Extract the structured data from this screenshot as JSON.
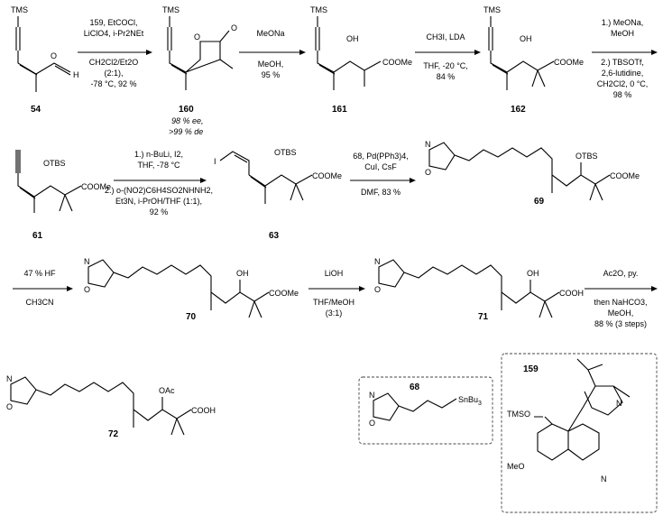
{
  "compounds": {
    "c54": "54",
    "c160": "160",
    "c161": "161",
    "c162": "162",
    "c61": "61",
    "c63": "63",
    "c69": "69",
    "c70": "70",
    "c71": "71",
    "c72": "72",
    "c68": "68",
    "c159": "159"
  },
  "atoms": {
    "tms": "TMS",
    "h": "H",
    "o": "O",
    "oh": "OH",
    "n": "N",
    "i": "I",
    "otbs": "OTBS",
    "oac": "OAc",
    "coome": "COOMe",
    "cooh": "COOH",
    "snbu3": "SnBu",
    "sub3": "3",
    "tmso": "TMSO",
    "meo": "MeO"
  },
  "notes": {
    "c160_ee": "98 % ee,",
    "c160_de": ">99 % de"
  },
  "steps": {
    "s1": [
      "159, EtCOCl,",
      "LiClO4, i-Pr2NEt",
      "CH2Cl2/Et2O",
      "(2:1),",
      "-78 °C, 92 %"
    ],
    "s2": [
      "MeONa",
      "MeOH,",
      "95 %"
    ],
    "s3": [
      "CH3I, LDA",
      "THF, -20 °C,",
      "84 %"
    ],
    "s4": [
      "1.) MeONa,",
      "MeOH",
      "2.) TBSOTf,",
      "2,6-lutidine,",
      "CH2Cl2, 0 °C,",
      "98 %"
    ],
    "s5": [
      "1.) n-BuLi, I2,",
      "THF, -78 °C",
      "2.) o-(NO2)C6H4SO2NHNH2,",
      "Et3N, i-PrOH/THF (1:1),",
      "92 %"
    ],
    "s6": [
      "68, Pd(PPh3)4,",
      "CuI, CsF",
      "DMF, 83 %"
    ],
    "s7": [
      "47 % HF",
      "CH3CN"
    ],
    "s8": [
      "LiOH",
      "THF/MeOH",
      "(3:1)"
    ],
    "s9": [
      "Ac2O, py.",
      "then NaHCO3,",
      "MeOH,",
      "88 % (3 steps)"
    ]
  }
}
